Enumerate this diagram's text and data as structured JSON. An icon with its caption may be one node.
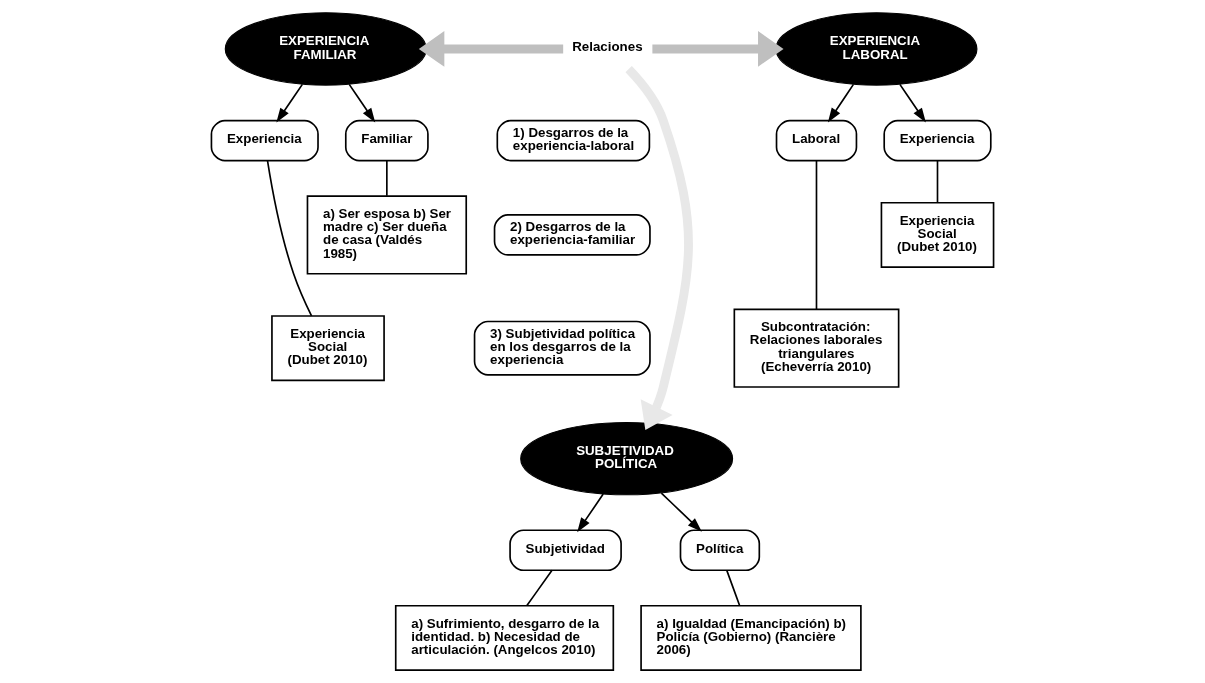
{
  "diagram": {
    "nodes": [
      {
        "text": [
          "EXPERIENCIA FAMILIAR"
        ]
      },
      {
        "text": [
          "Experiencia"
        ]
      },
      {
        "text": [
          "Familiar"
        ]
      },
      {
        "text": [
          "Experiencia Social (Dubet 2010)"
        ]
      },
      {
        "text": [
          "a) Ser esposa b) Ser madre c) Ser dueña de casa (Valdés 1985)"
        ]
      },
      {
        "text": [
          "Relaciones"
        ]
      },
      {
        "text": [
          "1) Desgarros de la experiencia-laboral"
        ]
      },
      {
        "text": [
          "2) Desgarros de la experiencia-familiar"
        ]
      },
      {
        "text": [
          "3) Subjetividad política en los desgarros de la experiencia"
        ]
      },
      {
        "text": [
          "EXPERIENCIA LABORAL"
        ]
      },
      {
        "text": [
          "Laboral"
        ]
      },
      {
        "text": [
          "Experiencia"
        ]
      },
      {
        "text": [
          "Subcontratación: Relaciones laborales triangulares (Echeverría 2010)"
        ]
      },
      {
        "text": [
          "Experiencia Social (Dubet 2010)"
        ]
      },
      {
        "text": [
          "SUBJETIVIDAD POLÍTICA"
        ]
      },
      {
        "text": [
          "Subjetividad"
        ]
      },
      {
        "text": [
          "Política"
        ]
      },
      {
        "text": [
          "a) Sufrimiento, desgarro de la identidad. b) Necesidad de articulación. (Angelcos 2010)"
        ]
      },
      {
        "text": [
          "a) Igualdad (Emancipación) b) Policía (Gobierno) (Rancière 2006)"
        ]
      }
    ],
    "edges": [
      {
        "from": 0,
        "to": 1,
        "arrow": "to"
      },
      {
        "from": 0,
        "to": 2,
        "arrow": "to"
      },
      {
        "from": 1,
        "to": 3,
        "arrow": "none"
      },
      {
        "from": 2,
        "to": 4,
        "arrow": "none"
      },
      {
        "from": 5,
        "to": 0,
        "arrow": "to",
        "style": "thick",
        "color": "#bfbfbf"
      },
      {
        "from": 5,
        "to": 9,
        "arrow": "to",
        "style": "thick",
        "color": "#bfbfbf"
      },
      {
        "from": 5,
        "to": 14,
        "arrow": "to",
        "style": "thick",
        "color": "#e8e8e8"
      },
      {
        "from": 9,
        "to": 10,
        "arrow": "to"
      },
      {
        "from": 9,
        "to": 11,
        "arrow": "to"
      },
      {
        "from": 10,
        "to": 12,
        "arrow": "none"
      },
      {
        "from": 11,
        "to": 13,
        "arrow": "none"
      },
      {
        "from": 14,
        "to": 15,
        "arrow": "to"
      },
      {
        "from": 14,
        "to": 16,
        "arrow": "to"
      },
      {
        "from": 15,
        "to": 17,
        "arrow": "none"
      },
      {
        "from": 16,
        "to": 18,
        "arrow": "none"
      }
    ]
  }
}
